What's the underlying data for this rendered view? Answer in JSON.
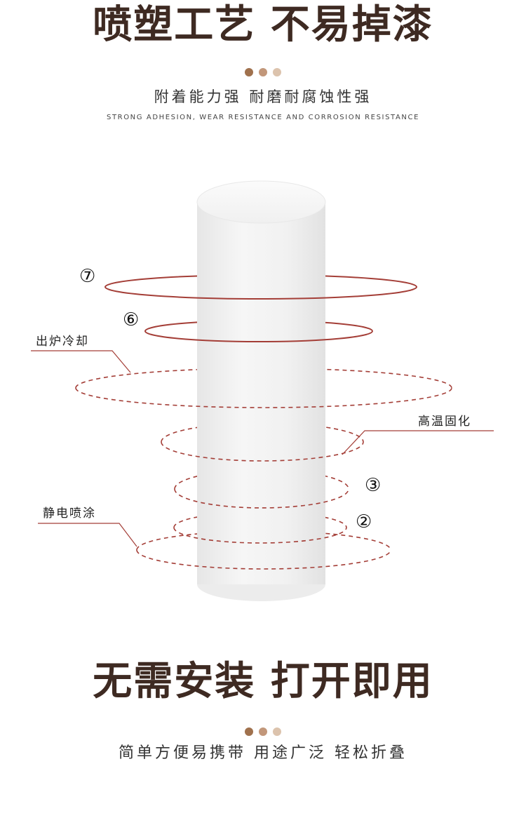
{
  "colors": {
    "heading": "#3e2a22",
    "dot_1": "#a0714d",
    "dot_2": "#c2977a",
    "dot_3": "#dcc3ad",
    "ring": "#a43e37",
    "cylinder": "#f2f2f2"
  },
  "section_1": {
    "title": "喷塑工艺 不易掉漆",
    "subtitle": "附着能力强 耐磨耐腐蚀性强",
    "english": "STRONG ADHESION, WEAR RESISTANCE AND CORROSION RESISTANCE"
  },
  "diagram": {
    "steps": {
      "step_7": "⑦",
      "step_6": "⑥",
      "cooling": "出炉冷却",
      "curing": "高温固化",
      "step_3": "③",
      "spraying": "静电喷涂",
      "step_2": "②"
    }
  },
  "section_2": {
    "title": "无需安装 打开即用",
    "subtitle": "简单方便易携带 用途广泛 轻松折叠"
  }
}
